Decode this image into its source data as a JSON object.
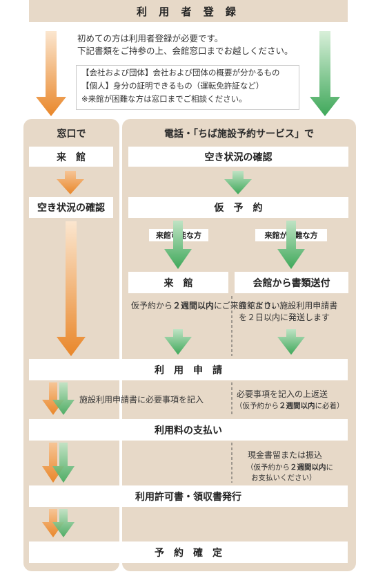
{
  "header": {
    "title": "利 用 者 登 録"
  },
  "intro": {
    "line1": "初めての方は利用者登録が必要です。",
    "line2": "下記書類をご持参の上、会館窓口までお越しください。"
  },
  "info_box": {
    "line1": "【会社および団体】会社および団体の概要が分かるもの",
    "line2": "【個人】身分の証明できるもの（運転免許証など）",
    "line3": "※来館が困難な方は窓口までご相談ください。"
  },
  "left_column": {
    "heading": "窓口で",
    "step1": "来　館",
    "step2": "空き状況の確認"
  },
  "right_column": {
    "heading": "電話・「ちば施設予約サービス」で",
    "step1": "空き状況の確認",
    "step2": "仮　予　約",
    "branch_a_label": "来館可能な方",
    "branch_b_label": "来館が困難な方",
    "branch_a_box": "来　館",
    "branch_b_box": "会館から書類送付",
    "branch_a_note_1": "仮予約から",
    "branch_a_note_bold": "２週間以内",
    "branch_a_note_2": "にご来館ください",
    "branch_b_note_1": "会館より、施設利用申請書",
    "branch_b_note_2": "を２日以内に発送します"
  },
  "bars": {
    "application": "利　用　申　請",
    "payment": "利用料の支払い",
    "permit": "利用許可書・領収書発行",
    "confirm": "予　約　確　定"
  },
  "notes": {
    "application_left": "施設利用申請書に必要事項を記入",
    "application_right_1": "必要事項を記入の上返送",
    "application_right_2a": "（仮予約から",
    "application_right_2b": "２週間以内",
    "application_right_2c": "に必着）",
    "payment_right_1": "現金書留または振込",
    "payment_right_2a": "（仮予約から",
    "payment_right_2b": "２週間以内",
    "payment_right_2c": "に",
    "payment_right_3": "お支払いください）"
  },
  "colors": {
    "panel": "#e7d9c8",
    "orange": "#e9872a",
    "green": "#3fa85a"
  }
}
